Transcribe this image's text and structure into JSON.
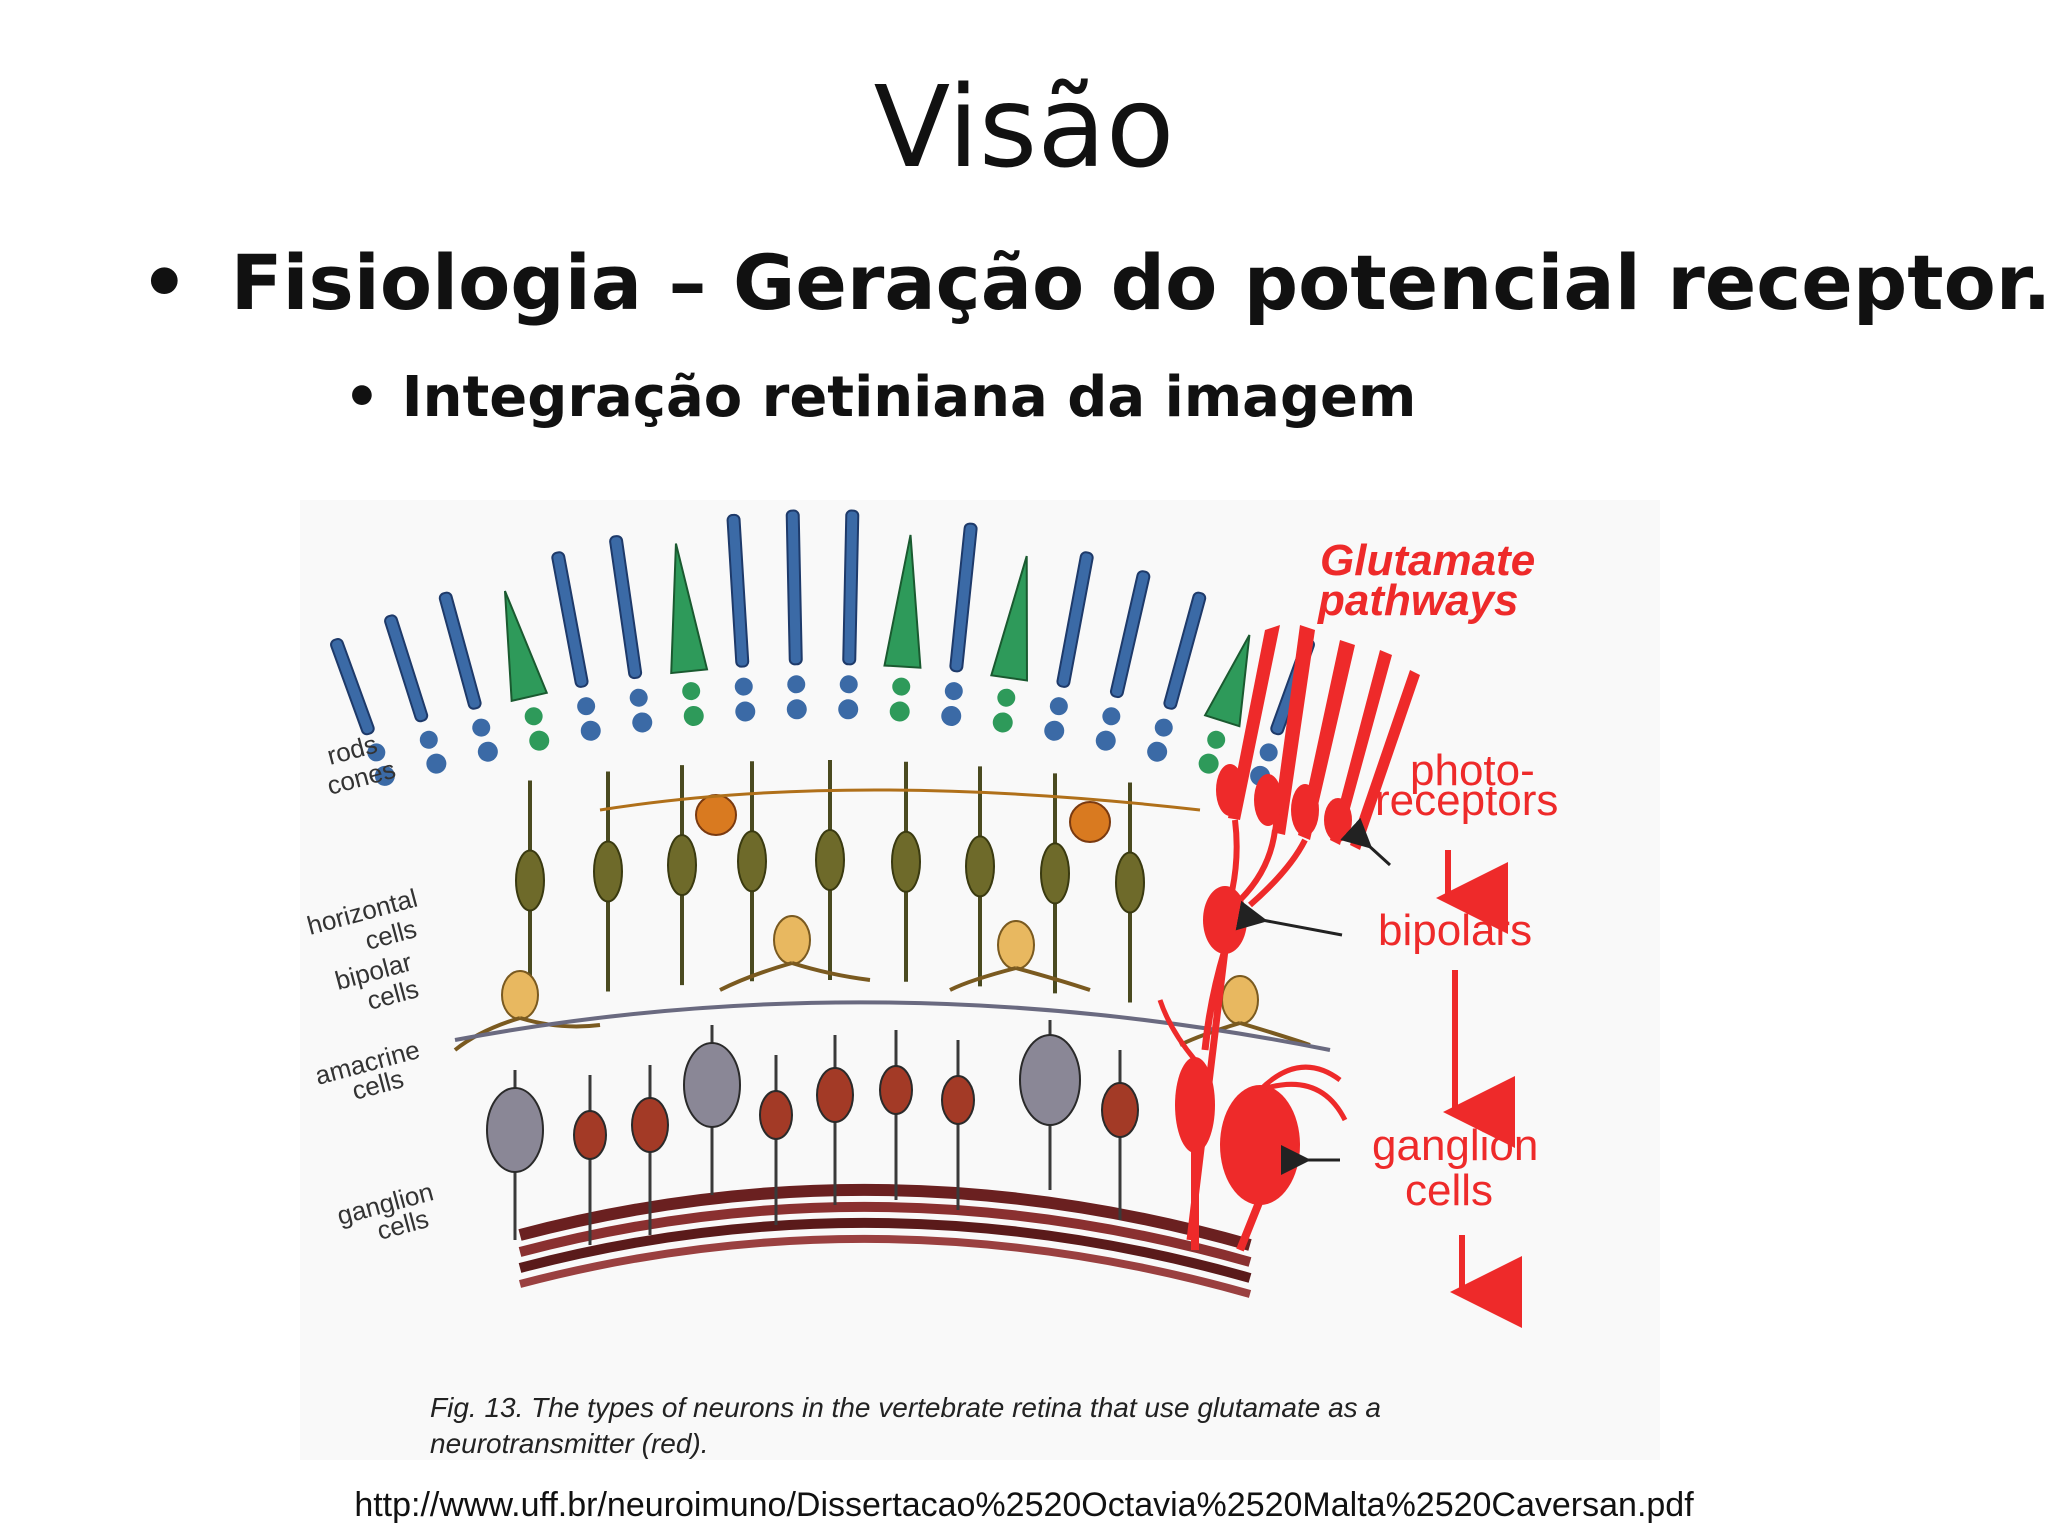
{
  "slide": {
    "title": "Visão",
    "bullet_1": "Fisiologia – Geração do potencial receptor.",
    "bullet_2": "Integração retiniana da imagem",
    "bullet_glyph": "•",
    "source_url": "http://www.uff.br/neuroimuno/Dissertacao%2520Octavia%2520Malta%2520Caversan.pdf"
  },
  "figure": {
    "left_labels": {
      "rods": "rods",
      "cones": "cones",
      "horizontal_1": "horizontal",
      "horizontal_2": "cells",
      "bipolar_1": "bipolar",
      "bipolar_2": "cells",
      "amacrine_1": "amacrine",
      "amacrine_2": "cells",
      "ganglion_1": "ganglion",
      "ganglion_2": "cells"
    },
    "right_labels": {
      "glutamate_1": "Glutamate",
      "glutamate_2": "pathways",
      "photo_1": "photo-",
      "photo_2": "receptors",
      "bipolars": "bipolars",
      "ganglion_1": "ganglion",
      "ganglion_2": "cells"
    },
    "caption": "Fig. 13. The types of neurons in the vertebrate retina that use glutamate as a neurotransmitter (red).",
    "colors": {
      "rod": "#3b6aa6",
      "cone": "#2e9a5a",
      "bipolar": "#6e6a2a",
      "amacrine": "#e8b860",
      "ganglion_gray": "#8a8796",
      "ganglion_brown": "#a33a26",
      "glutamate": "#ee2a2a",
      "nerve": "#7a2a2a"
    }
  }
}
